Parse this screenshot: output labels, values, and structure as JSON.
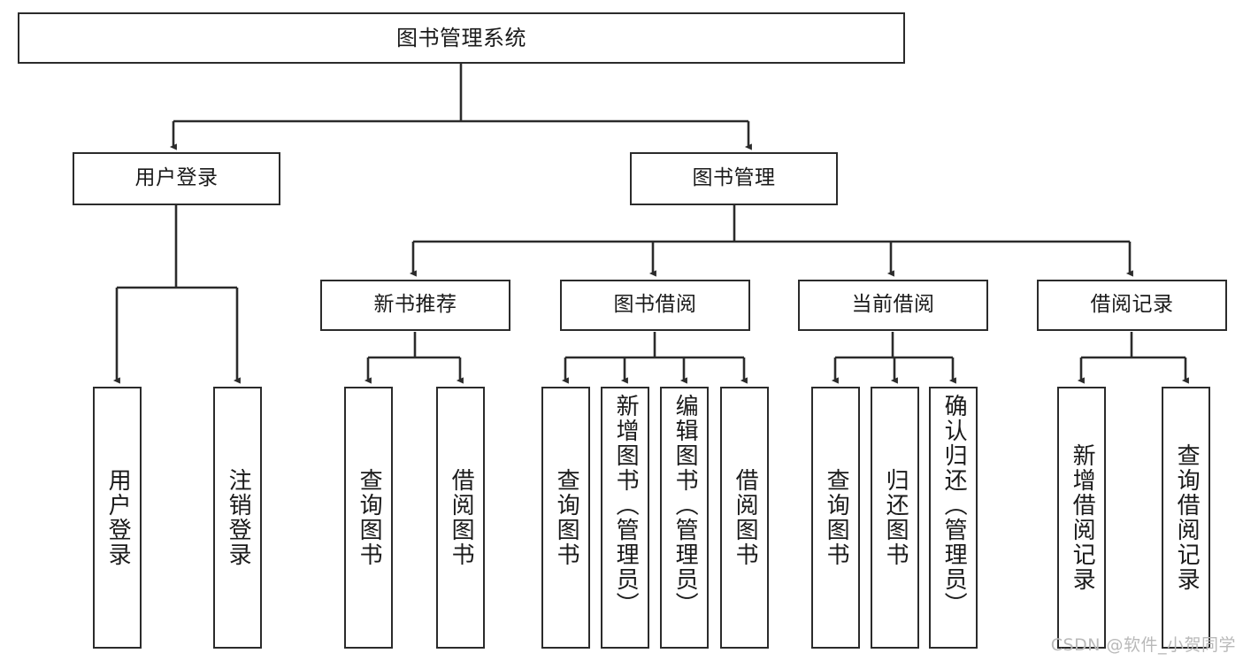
{
  "diagram": {
    "title": "图书管理系统",
    "type": "hierarchy-tree",
    "levels": 4,
    "stroke_color": "#2b2b2b",
    "fill_color": "#ffffff",
    "text_color": "#1a1a1a"
  },
  "root": {
    "label": "图书管理系统"
  },
  "level2": [
    {
      "label": "用户登录"
    },
    {
      "label": "图书管理"
    }
  ],
  "level3": [
    {
      "label": "新书推荐"
    },
    {
      "label": "图书借阅"
    },
    {
      "label": "当前借阅"
    },
    {
      "label": "借阅记录"
    }
  ],
  "leaves": {
    "user_login": [
      {
        "label": "用户登录"
      },
      {
        "label": "注销登录"
      }
    ],
    "new_book_recommend": [
      {
        "label": "查询图书"
      },
      {
        "label": "借阅图书"
      }
    ],
    "book_borrow": [
      {
        "label": "查询图书"
      },
      {
        "label": "新增图书（管理员）"
      },
      {
        "label": "编辑图书（管理员）"
      },
      {
        "label": "借阅图书"
      }
    ],
    "current_borrow": [
      {
        "label": "查询图书"
      },
      {
        "label": "归还图书"
      },
      {
        "label": "确认归还（管理员）"
      }
    ],
    "borrow_record": [
      {
        "label": "新增借阅记录"
      },
      {
        "label": "查询借阅记录"
      }
    ]
  },
  "watermark": {
    "text": "CSDN @软件_小贺同学"
  }
}
